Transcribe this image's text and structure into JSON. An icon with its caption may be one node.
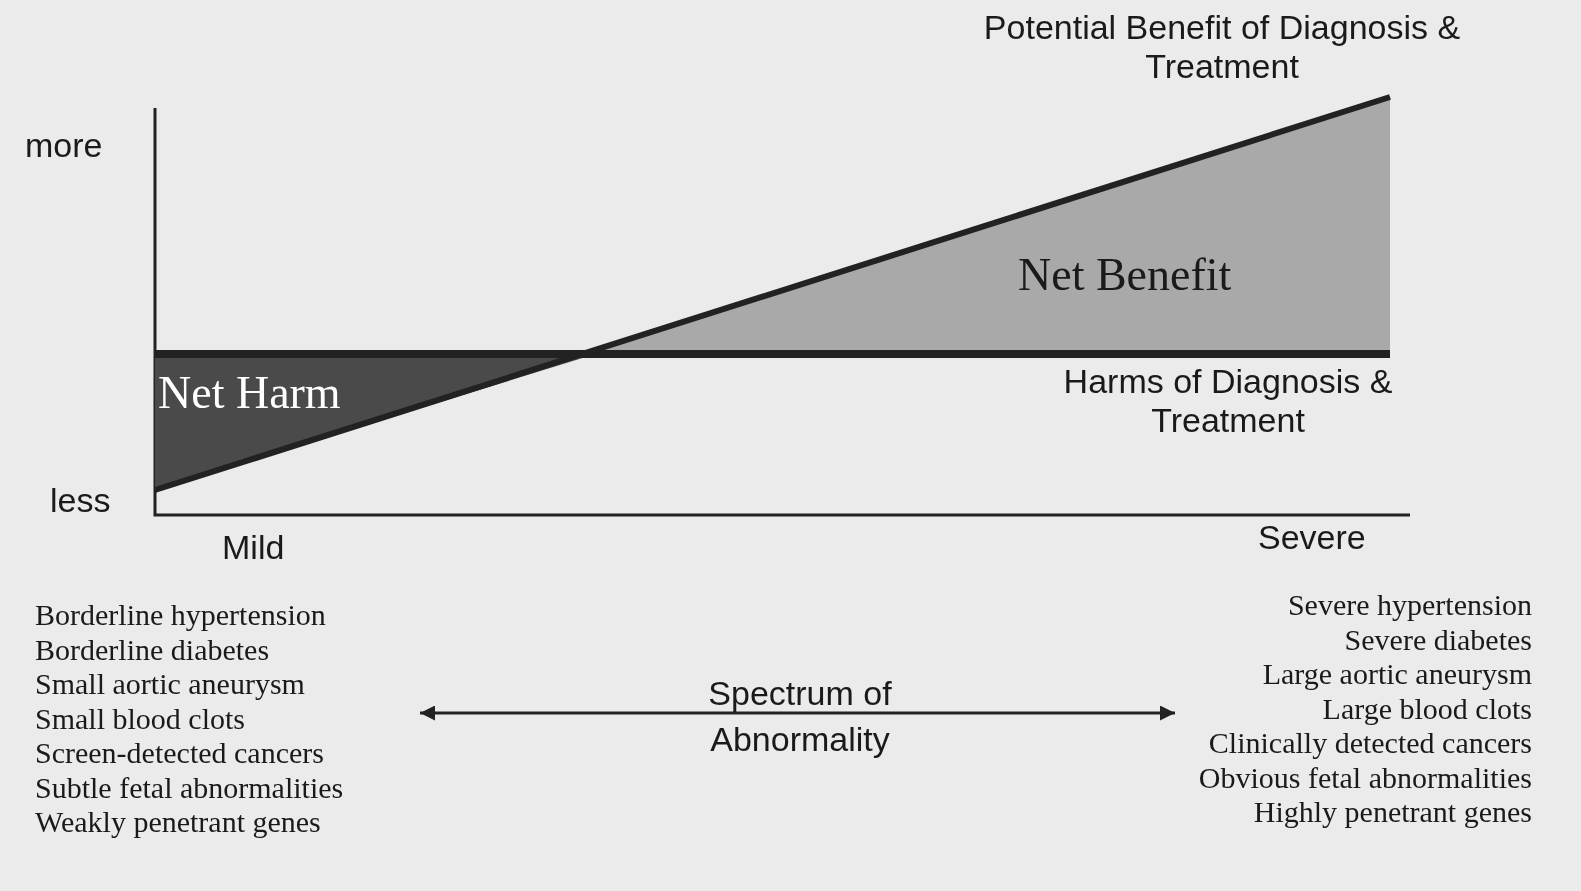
{
  "diagram": {
    "labels": [
      "Potential Benefit of Diagnosis & Treatment",
      "more",
      "Net Benefit",
      "Net Harm",
      "Harms of Diagnosis & Treatment",
      "less",
      "Mild",
      "Severe",
      "Borderline hypertension",
      "Borderline diabetes",
      "Small aortic aneurysm",
      "Small blood clots",
      "Screen-detected cancers",
      "Subtle fetal abnormalities",
      "Weakly penetrant genes",
      "Spectrum of Abnormality",
      "Severe hypertension",
      "Severe diabetes",
      "Large aortic aneurysm",
      "Large blood clots",
      "Clinically detected cancers",
      "Obvious fetal abnormalities",
      "Highly penetrant genes"
    ]
  }
}
